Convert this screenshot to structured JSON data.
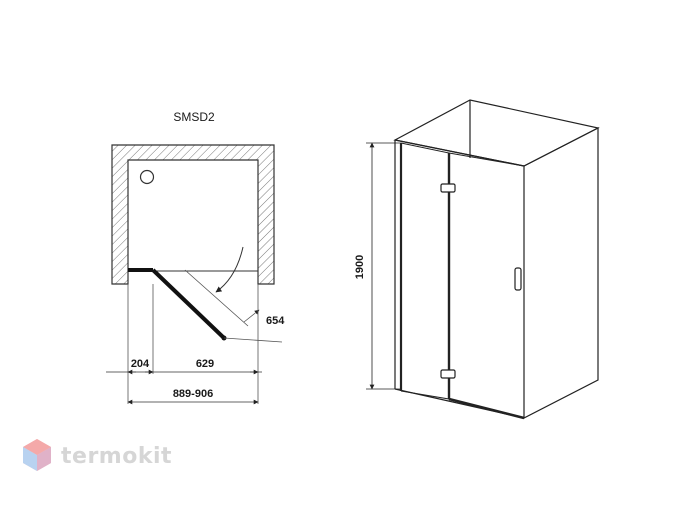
{
  "plan": {
    "title": "SMSD2",
    "dim_width_range": "889-906",
    "dim_fixed": "204",
    "dim_door": "629",
    "dim_swing": "654"
  },
  "elevation": {
    "dim_height": "1900"
  },
  "watermark": {
    "brand": "termokit"
  }
}
